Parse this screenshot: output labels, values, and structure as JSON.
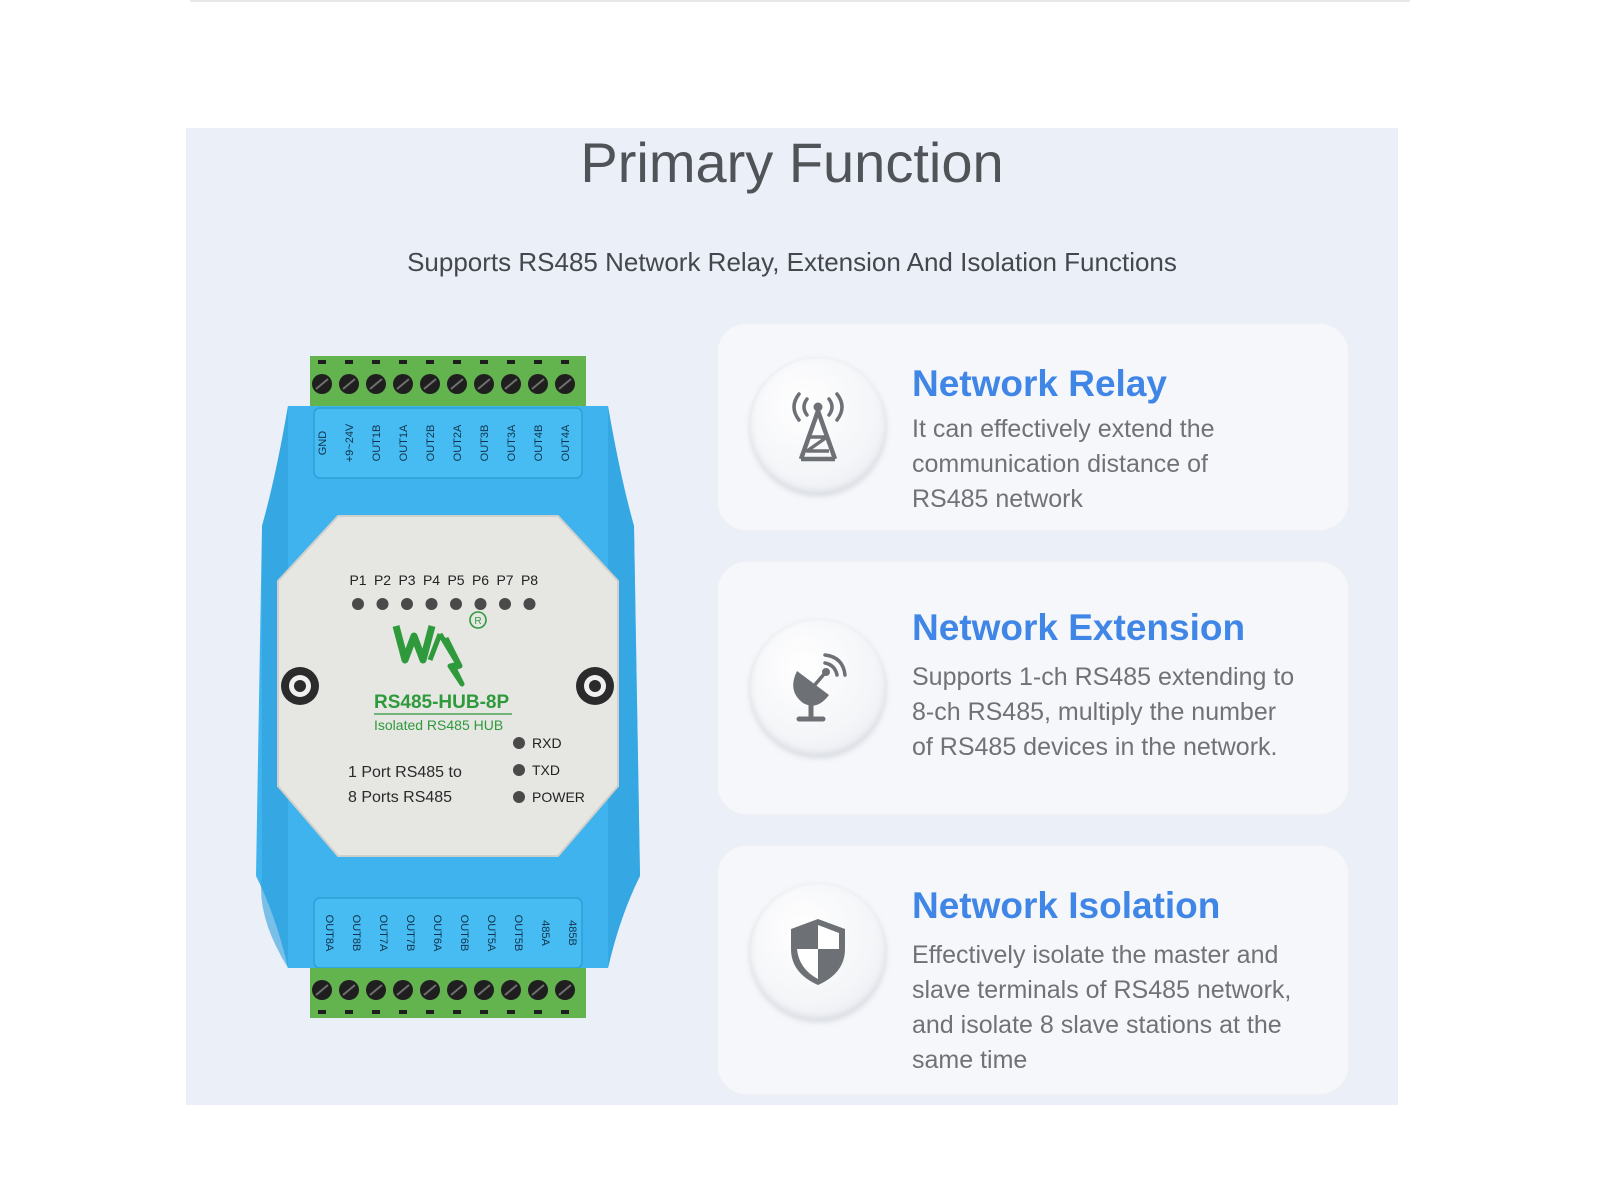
{
  "page": {
    "title": "Primary Function",
    "subtitle": "Supports RS485 Network Relay, Extension And Isolation Functions"
  },
  "device": {
    "model": "RS485-HUB-8P",
    "tagline": "Isolated RS485 HUB",
    "description_line1": "1 Port RS485 to",
    "description_line2": "8 Ports RS485",
    "brand_logo": "waveshare-logo",
    "port_leds": [
      "P1",
      "P2",
      "P3",
      "P4",
      "P5",
      "P6",
      "P7",
      "P8"
    ],
    "status_leds": [
      "RXD",
      "TXD",
      "POWER"
    ],
    "top_terminals": [
      "GND",
      "+9~24V",
      "OUT1B",
      "OUT1A",
      "OUT2B",
      "OUT2A",
      "OUT3B",
      "OUT3A",
      "OUT4B",
      "OUT4A"
    ],
    "bottom_terminals": [
      "OUT8A",
      "OUT8B",
      "OUT7A",
      "OUT7B",
      "OUT6A",
      "OUT6B",
      "OUT5A",
      "OUT5B",
      "485A",
      "485B"
    ],
    "colors": {
      "case": "#3fb3ee",
      "faceplate": "#e6e6e3",
      "terminal": "#63b34f",
      "brand_green": "#2e9a3c"
    }
  },
  "features": [
    {
      "icon": "antenna-tower-icon",
      "title": "Network Relay",
      "lines": [
        "It can effectively extend the",
        "communication distance of",
        "RS485 network"
      ]
    },
    {
      "icon": "satellite-dish-icon",
      "title": "Network Extension",
      "lines": [
        "Supports 1-ch RS485 extending to",
        "8-ch RS485, multiply the number",
        "of RS485 devices in the network."
      ]
    },
    {
      "icon": "shield-icon",
      "title": "Network Isolation",
      "lines": [
        "Effectively isolate the master and",
        "slave terminals of RS485 network,",
        "and isolate 8 slave stations at the",
        "same time"
      ]
    }
  ],
  "colors": {
    "panel": "#ebeff7",
    "card": "#f6f7fa",
    "accent": "#3f86e6",
    "icon": "#6d7075"
  }
}
